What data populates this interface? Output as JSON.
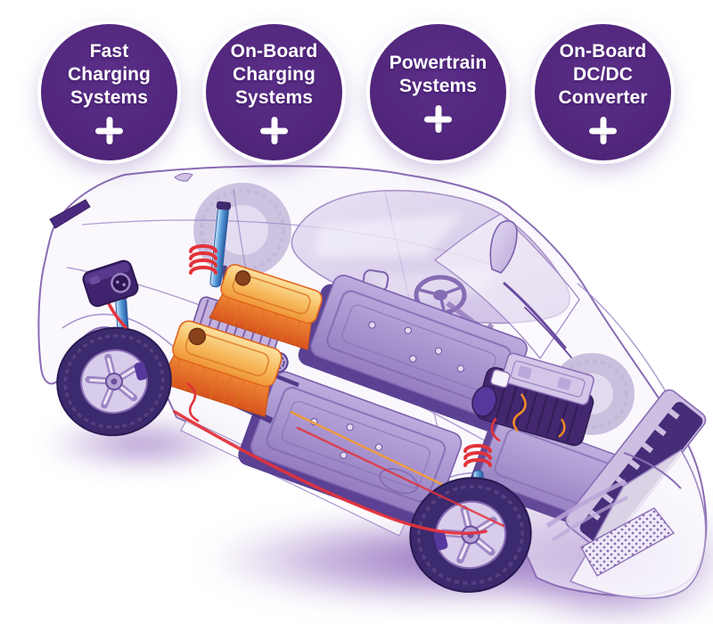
{
  "callouts": {
    "circle_color": "#52277d",
    "text_color": "#ffffff",
    "items": [
      {
        "id": "fast-charging-systems",
        "lines": [
          "Fast",
          "Charging",
          "Systems"
        ],
        "expand_label": "+"
      },
      {
        "id": "on-board-charging-systems",
        "lines": [
          "On-Board",
          "Charging",
          "Systems"
        ],
        "expand_label": "+"
      },
      {
        "id": "powertrain-systems",
        "lines": [
          "Powertrain",
          "Systems"
        ],
        "expand_label": "+"
      },
      {
        "id": "on-board-dcdc-converter",
        "lines": [
          "On-Board",
          "DC/DC",
          "Converter"
        ],
        "expand_label": "+"
      }
    ]
  },
  "illustration": {
    "name": "electric-vehicle-cutaway",
    "description": "Semi-transparent purple cutaway of an electric SUV showing under-floor battery pack, orange motor housings, power electronics, suspension struts, coil springs, high-voltage cabling and charge port",
    "palette": {
      "body_line": "#8a6cb4",
      "glass": "#cfc2e4",
      "battery_top": "#a796cb",
      "battery_side": "#4e3585",
      "component_orange": "#f0913a",
      "cable_red": "#e3333b",
      "strut_blue": "#4f8fd0",
      "tire_purple": "#3c2a6e",
      "ground_shadow": "#8257ae"
    }
  }
}
